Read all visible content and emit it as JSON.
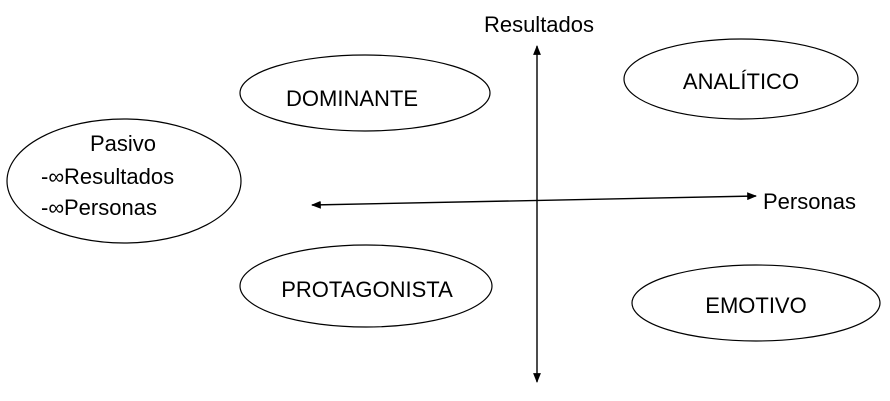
{
  "axes": {
    "vertical_label": "Resultados",
    "horizontal_label": "Personas"
  },
  "nodes": {
    "dominante": "DOMINANTE",
    "analitico": "ANALÍTICO",
    "protagonista": "PROTAGONISTA",
    "emotivo": "EMOTIVO",
    "pasivo": {
      "title": "Pasivo",
      "line1": "-∞Resultados",
      "line2": "-∞Personas"
    }
  }
}
